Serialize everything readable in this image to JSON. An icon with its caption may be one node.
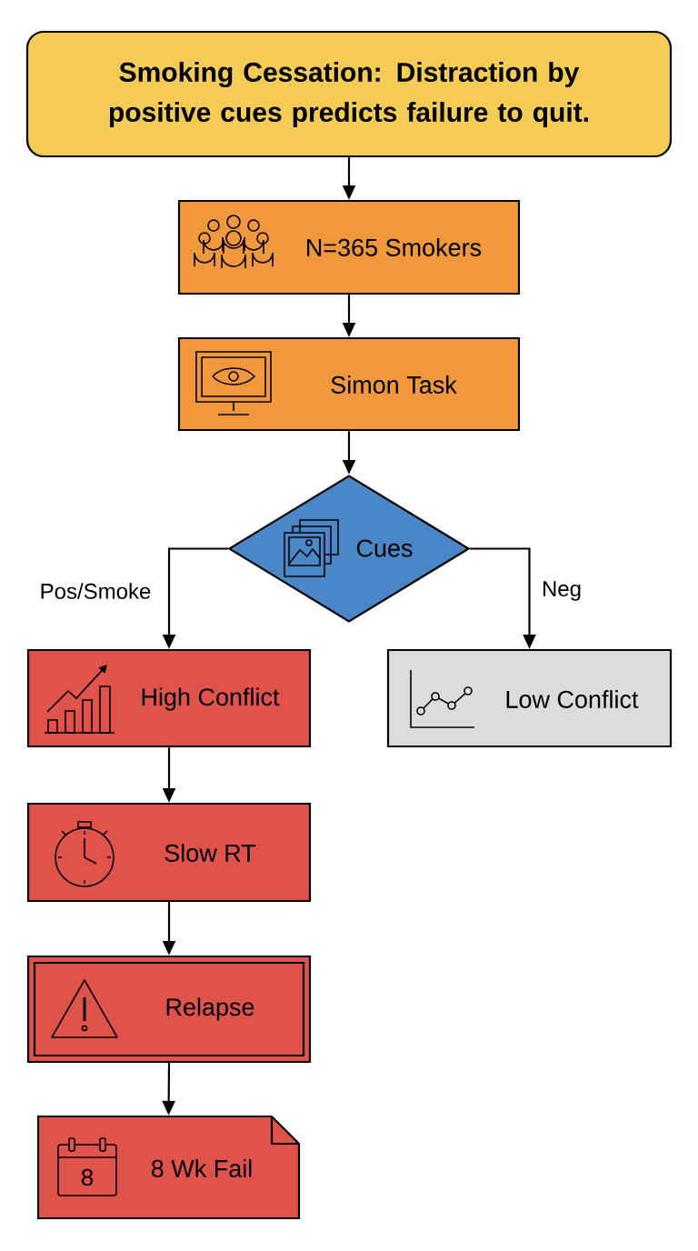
{
  "diagram": {
    "nodes": [
      {
        "text": [
          "Smoking Cessation: Distraction by positive cues predicts failure to quit."
        ]
      },
      {
        "text": [
          "N=365 Smokers"
        ]
      },
      {
        "text": [
          "Simon Task"
        ]
      },
      {
        "text": [
          "Cues"
        ]
      },
      {
        "text": [
          "High Conflict"
        ]
      },
      {
        "text": [
          "Low Conflict"
        ]
      },
      {
        "text": [
          "Slow RT"
        ]
      },
      {
        "text": [
          "Relapse"
        ]
      },
      {
        "text": [
          "8 Wk Fail"
        ]
      }
    ],
    "edges": [
      {
        "from": 0,
        "to": 1,
        "arrow": "to"
      },
      {
        "from": 1,
        "to": 2,
        "arrow": "to"
      },
      {
        "from": 2,
        "to": 3,
        "arrow": "to"
      },
      {
        "from": 3,
        "to": 4,
        "arrow": "to",
        "label": "Pos/Smoke"
      },
      {
        "from": 3,
        "to": 5,
        "arrow": "to",
        "label": "Neg"
      },
      {
        "from": 4,
        "to": 6,
        "arrow": "to"
      },
      {
        "from": 6,
        "to": 7,
        "arrow": "to"
      },
      {
        "from": 7,
        "to": 8,
        "arrow": "to"
      }
    ],
    "labels": [
      "8"
    ]
  }
}
